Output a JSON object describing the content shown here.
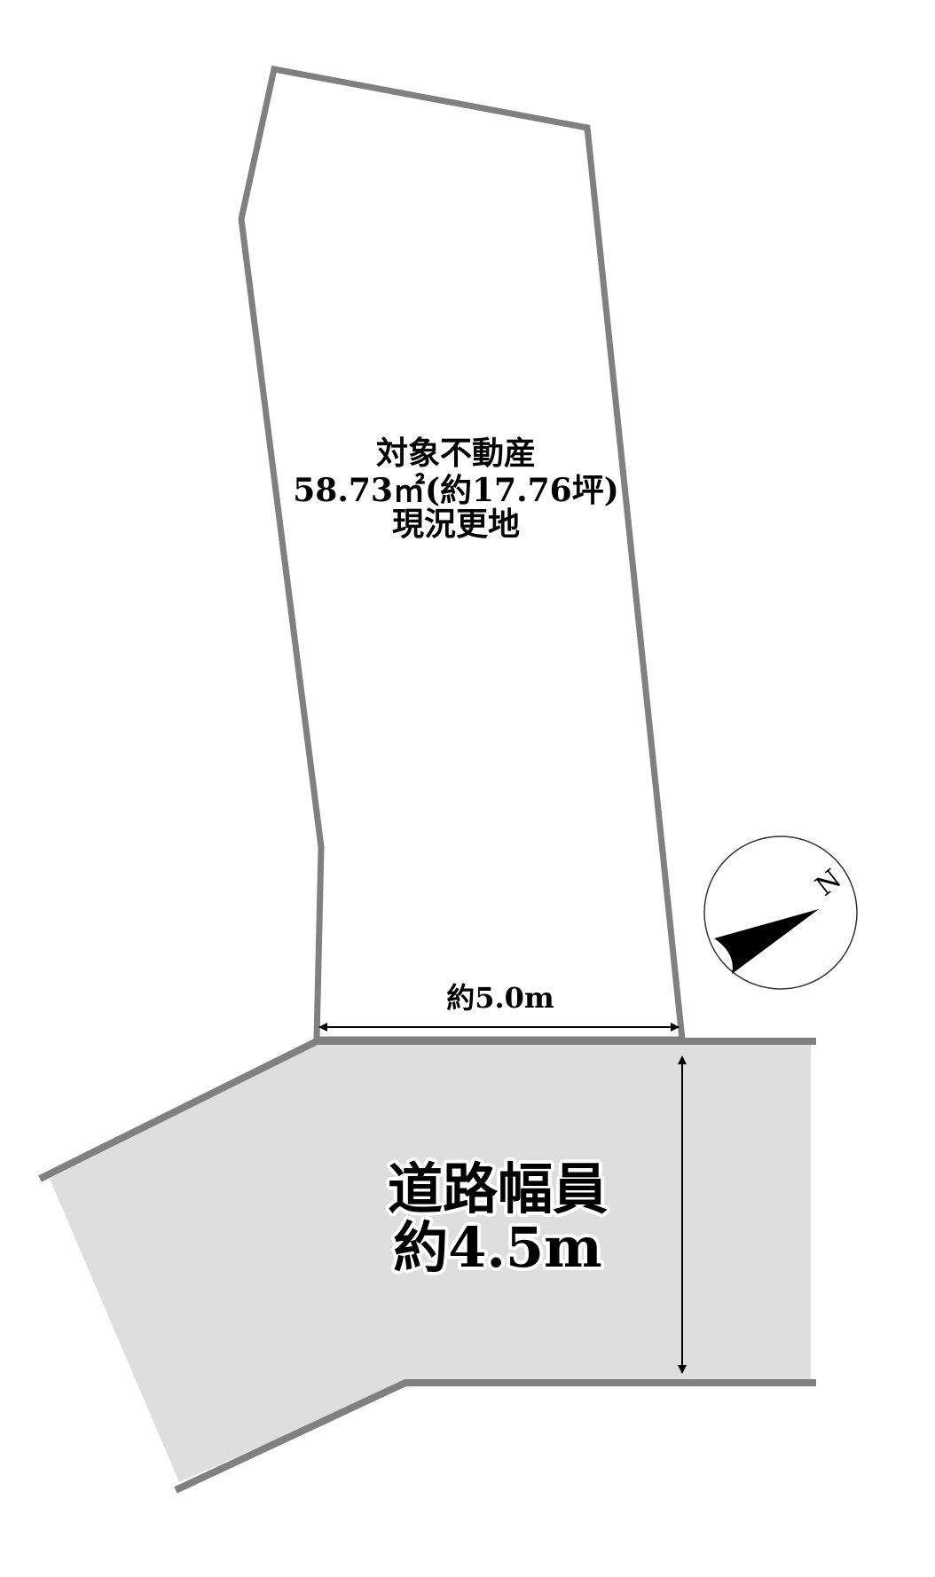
{
  "parcel": {
    "title": "対象不動産",
    "area": "58.73㎡(約17.76坪)",
    "status": "現況更地",
    "frontage": "約5.0m"
  },
  "road": {
    "label": "道路幅員",
    "width": "約4.5m"
  },
  "compass": {
    "north_label": "N"
  },
  "colors": {
    "boundary": "#808080",
    "road_fill": "#dedede"
  }
}
